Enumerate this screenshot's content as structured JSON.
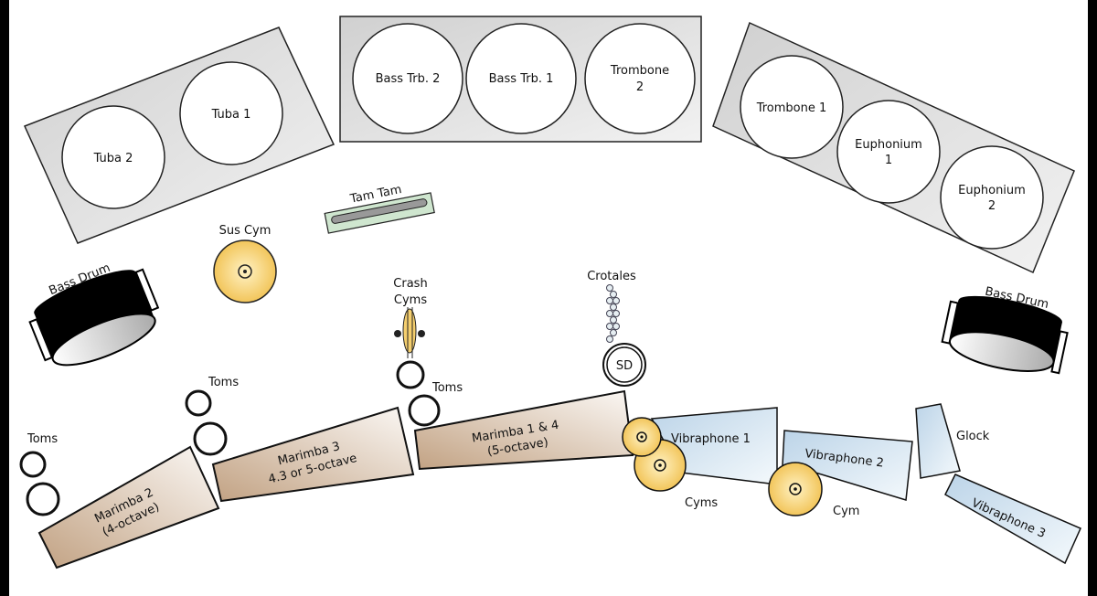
{
  "labels": {
    "tuba2": "Tuba 2",
    "tuba1": "Tuba 1",
    "bass_trb2": "Bass Trb. 2",
    "bass_trb1": "Bass Trb. 1",
    "trombone2_a": "Trombone",
    "trombone2_b": "2",
    "trombone1": "Trombone 1",
    "euph1_a": "Euphonium",
    "euph1_b": "1",
    "euph2_a": "Euphonium",
    "euph2_b": "2",
    "tam_tam": "Tam Tam",
    "sus_cym": "Sus Cym",
    "bass_drum_left": "Bass Drum",
    "bass_drum_right": "Bass Drum",
    "crash_a": "Crash",
    "crash_b": "Cyms",
    "crotales": "Crotales",
    "sd": "SD",
    "toms_center": "Toms",
    "toms_mid": "Toms",
    "toms_left": "Toms",
    "marimba2_a": "Marimba 2",
    "marimba2_b": "(4-octave)",
    "marimba3_a": "Marimba 3",
    "marimba3_b": "4.3 or 5-octave",
    "marimba14_a": "Marimba 1 & 4",
    "marimba14_b": "(5-octave)",
    "vib1": "Vibraphone 1",
    "vib2": "Vibraphone 2",
    "vib3": "Vibraphone 3",
    "glock": "Glock",
    "cyms": "Cyms",
    "cym": "Cym"
  },
  "colors": {
    "riser": "#dcdcdc",
    "marimba": "#c8a88a",
    "vibraphone": "#c9dceb",
    "cymbal": "#f5cf6e",
    "tam_tam": "#cfe6cf"
  }
}
